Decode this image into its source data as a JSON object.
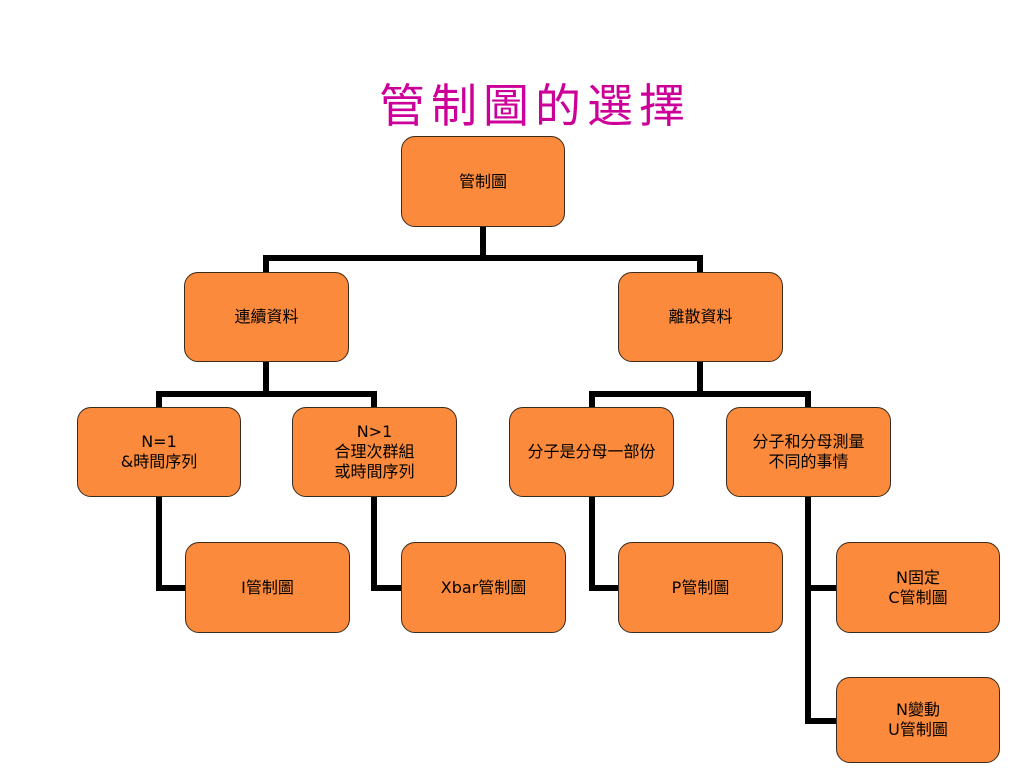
{
  "title": "管制圖的選擇",
  "colors": {
    "title": "#cc0099",
    "node_fill": "#fb8a3c",
    "node_border": "#3a2a1a",
    "connector": "#000000"
  },
  "nodes": {
    "root": "管制圖",
    "continuous": "連續資料",
    "discrete": "離散資料",
    "n_equal_1": "N=1\n&時間序列",
    "n_greater_1": "N>1\n合理次群組\n或時間序列",
    "numerator_part": "分子是分母一部份",
    "numerator_different": "分子和分母測量\n不同的事情",
    "i_chart": "I管制圖",
    "xbar_chart": "Xbar管制圖",
    "p_chart": "P管制圖",
    "c_chart": "N固定\nC管制圖",
    "u_chart": "N變動\nU管制圖"
  }
}
